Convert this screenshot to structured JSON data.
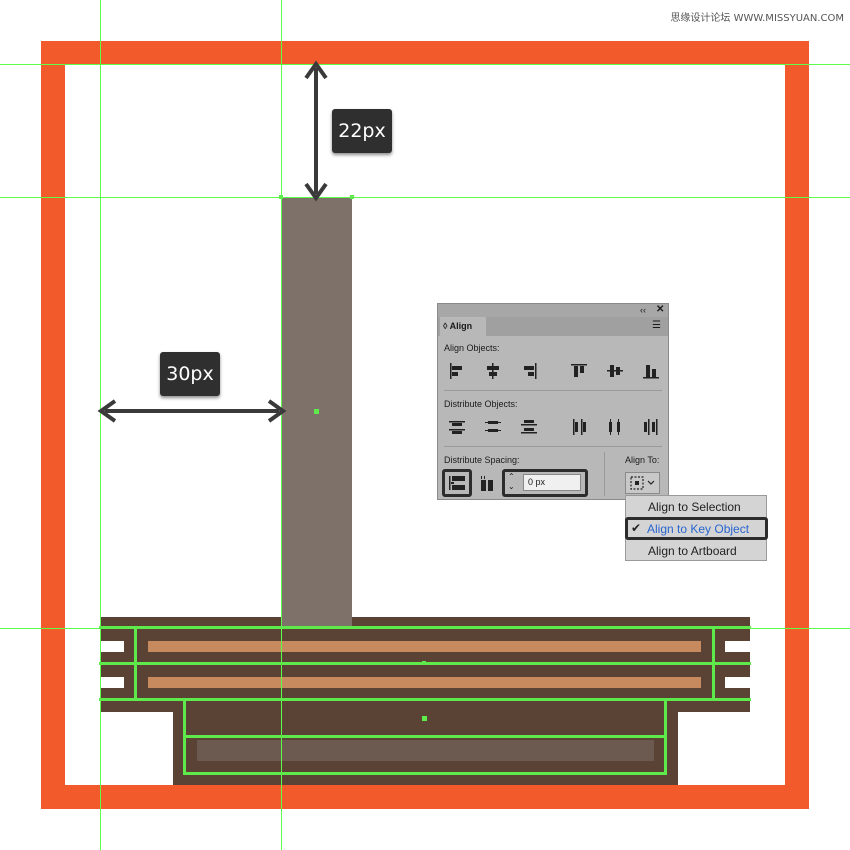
{
  "watermark": "思缘设计论坛 WWW.MISSYUAN.COM",
  "measurements": {
    "top_gap": "22px",
    "left_gap": "30px"
  },
  "colors": {
    "frame": "#f25a2b",
    "post": "#7d7169",
    "base_dark": "#5a4234",
    "plank_light": "#c68a5e",
    "base_inner": "#6c5a51",
    "guide": "#5dff4a"
  },
  "align_panel": {
    "tab_label": "Align",
    "align_objects_label": "Align Objects:",
    "distribute_objects_label": "Distribute Objects:",
    "distribute_spacing_label": "Distribute Spacing:",
    "align_to_label": "Align To:",
    "spacing_value": "0 px"
  },
  "align_to_menu": {
    "items": [
      "Align to Selection",
      "Align to Key Object",
      "Align to Artboard"
    ],
    "checked": "Align to Key Object"
  }
}
